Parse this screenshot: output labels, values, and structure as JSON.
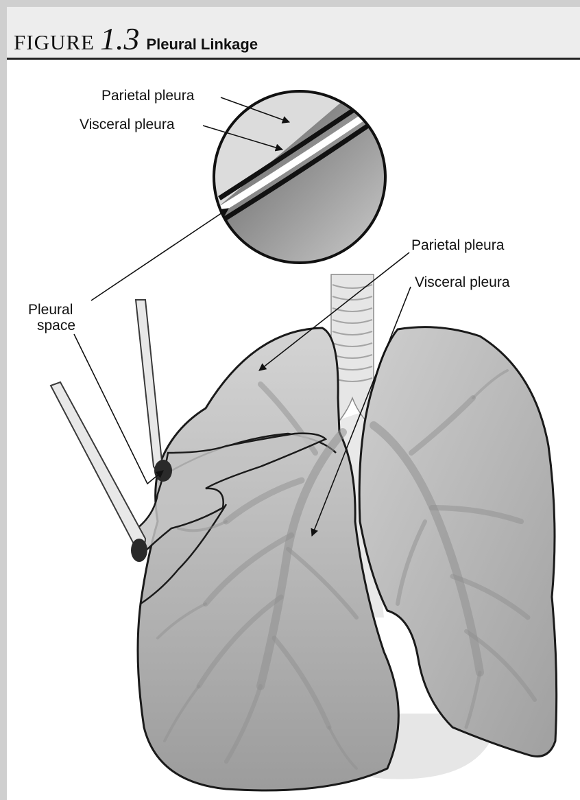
{
  "figure": {
    "word": "FIGURE",
    "number": "1.3",
    "title": "Pleural Linkage"
  },
  "labels": {
    "inset_parietal": "Parietal pleura",
    "inset_visceral": "Visceral pleura",
    "parietal": "Parietal pleura",
    "visceral": "Visceral pleura",
    "pleural_line1": "Pleural",
    "pleural_line2": "space"
  },
  "colors": {
    "header_bg": "#ededed",
    "border": "#cfcfcf",
    "lung_fill": "#b9b9b9",
    "ink": "#111111"
  }
}
